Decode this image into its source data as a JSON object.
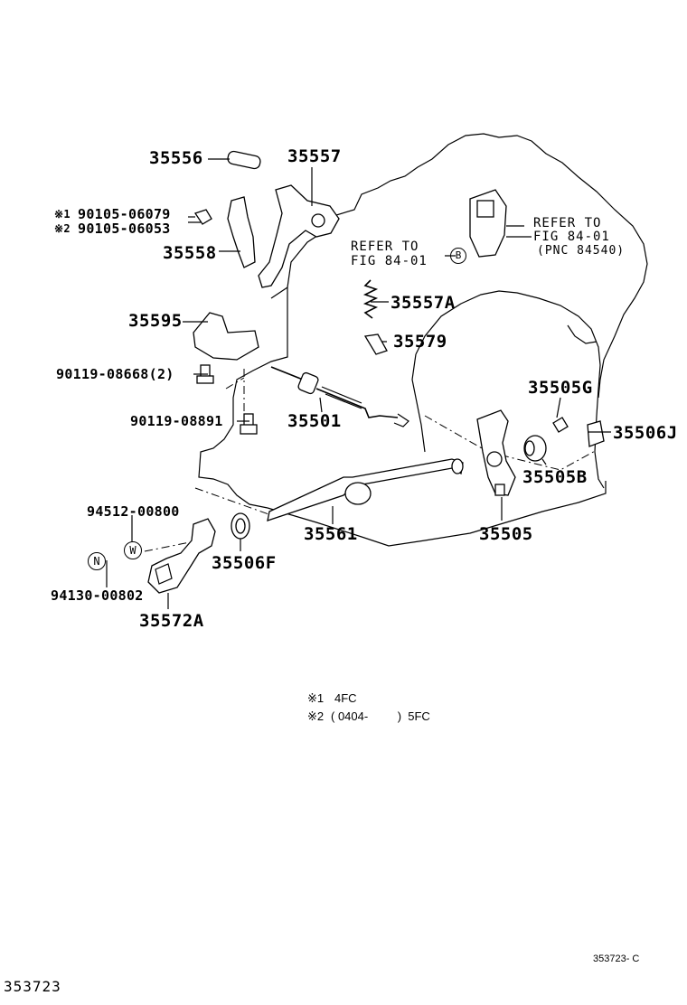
{
  "figure_code": "353723",
  "figure_footer": "353723- C",
  "parts": {
    "p35556": "35556",
    "p35557": "35557",
    "p35558": "35558",
    "p35595": "35595",
    "p35557A": "35557A",
    "p35579": "35579",
    "p35501": "35501",
    "p35505G": "35505G",
    "p35506J": "35506J",
    "p35505B": "35505B",
    "p35505": "35505",
    "p35561": "35561",
    "p35506F": "35506F",
    "p35572A": "35572A"
  },
  "fasteners": {
    "b1_mark": "※1",
    "b1_code": "90105-06079",
    "b2_mark": "※2",
    "b2_code": "90105-06053",
    "bolt_08668": "90119-08668(2)",
    "bolt_08891": "90119-08891",
    "washer_code": "94512-00800",
    "washer_tag": "W",
    "nut_code": "94130-00802",
    "nut_tag": "N"
  },
  "refs": {
    "left_line1": "REFER TO",
    "left_line2": "FIG 84-01",
    "left_tag": "B",
    "right_line1": "REFER TO",
    "right_line2": "FIG 84-01",
    "right_line3": "(PNC 84540)"
  },
  "notes": {
    "n1_mark": "※1",
    "n1_text": "4FC",
    "n2_mark": "※2",
    "n2_text": "( 0404-         )  5FC"
  }
}
